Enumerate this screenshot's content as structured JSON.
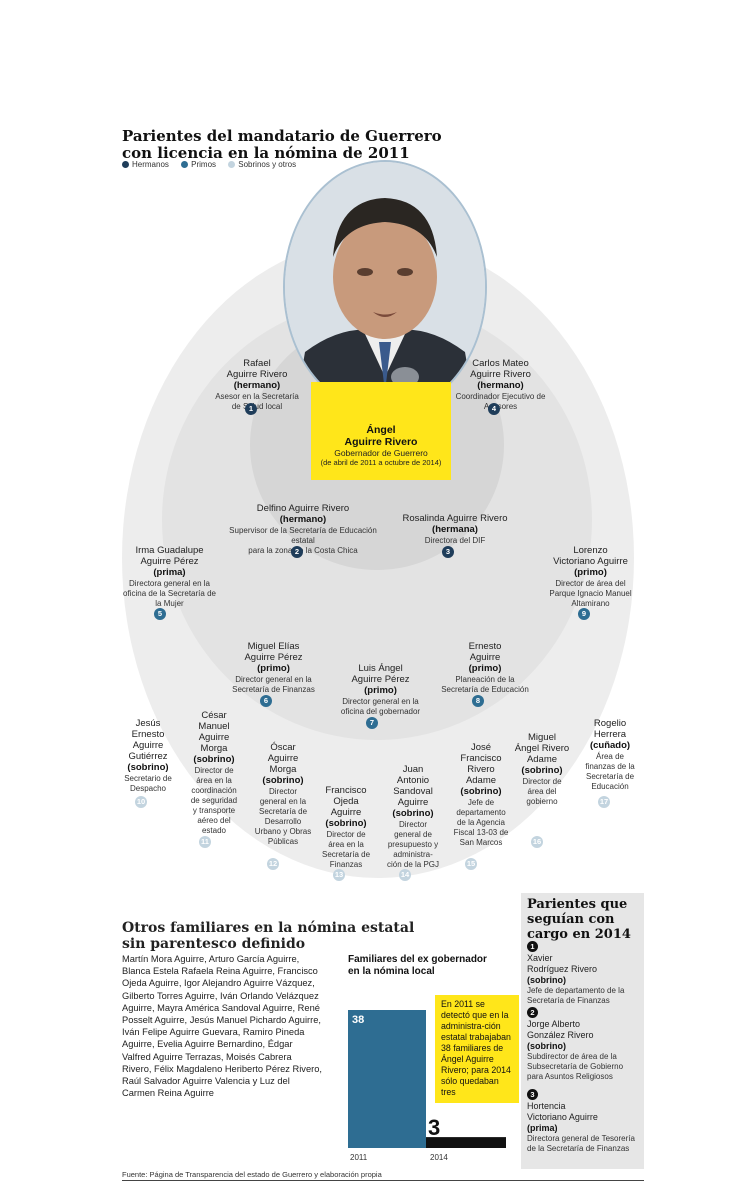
{
  "header": {
    "title": "Parientes del mandatario de Guerrero\ncon licencia en la nómina de 2011",
    "legend": [
      {
        "label": "Hermanos",
        "color": "#1f3d5a"
      },
      {
        "label": "Primos",
        "color": "#2e6d92"
      },
      {
        "label": "Sobrinos y otros",
        "color": "#c3d4df"
      }
    ]
  },
  "governor": {
    "name": "Ángel\nAguirre Rivero",
    "position": "Gobernador de Guerrero",
    "period": "(de abril de 2011 a octubre de 2014)"
  },
  "relatives": [
    {
      "num": "1",
      "name": "Rafael\nAguirre Rivero",
      "relation": "(hermano)",
      "position": "Asesor en la Secretaría\nde Salud local"
    },
    {
      "num": "2",
      "name": "Delfino Aguirre Rivero",
      "relation": "(hermano)",
      "position": "Supervisor de la Secretaría de Educación estatal\npara la zona de la Costa Chica"
    },
    {
      "num": "3",
      "name": "Rosalinda Aguirre Rivero",
      "relation": "(hermana)",
      "position": "Directora del DIF"
    },
    {
      "num": "4",
      "name": "Carlos Mateo\nAguirre Rivero",
      "relation": "(hermano)",
      "position": "Coordinador Ejecutivo de\nAsesores"
    },
    {
      "num": "5",
      "name": "Irma Guadalupe\nAguirre Pérez",
      "relation": "(prima)",
      "position": "Directora general en la\noficina de la Secretaría de\nla Mujer"
    },
    {
      "num": "6",
      "name": "Miguel Elías\nAguirre Pérez",
      "relation": "(primo)",
      "position": "Director general en la\nSecretaría de Finanzas"
    },
    {
      "num": "7",
      "name": "Luis Ángel\nAguirre Pérez",
      "relation": "(primo)",
      "position": "Director general en la\noficina del gobernador"
    },
    {
      "num": "8",
      "name": "Ernesto\nAguirre",
      "relation": "(primo)",
      "position": "Planeación de la\nSecretaría de Educación"
    },
    {
      "num": "9",
      "name": "Lorenzo\nVictoriano Aguirre",
      "relation": "(primo)",
      "position": "Director de área del\nParque Ignacio Manuel\nAltamirano"
    },
    {
      "num": "10",
      "name": "Jesús\nErnesto\nAguirre\nGutiérrez",
      "relation": "(sobrino)",
      "position": "Secretario de\nDespacho"
    },
    {
      "num": "11",
      "name": "César\nManuel\nAguirre\nMorga",
      "relation": "(sobrino)",
      "position": "Director de\nárea en la\ncoordinación\nde seguridad\ny transporte\naéreo del\nestado"
    },
    {
      "num": "12",
      "name": "Óscar\nAguirre\nMorga",
      "relation": "(sobrino)",
      "position": "Director\ngeneral en la\nSecretaría de\nDesarrollo\nUrbano y Obras\nPúblicas"
    },
    {
      "num": "13",
      "name": "Francisco\nOjeda\nAguirre",
      "relation": "(sobrino)",
      "position": "Director de\nárea en la\nSecretaría de\nFinanzas"
    },
    {
      "num": "14",
      "name": "Juan\nAntonio\nSandoval\nAguirre",
      "relation": "(sobrino)",
      "position": "Director\ngeneral de\npresupuesto y\nadministra-\nción de la PGJ"
    },
    {
      "num": "15",
      "name": "José\nFrancisco\nRivero\nAdame",
      "relation": "(sobrino)",
      "position": "Jefe de\ndepartamento\nde la Agencia\nFiscal 13-03 de\nSan Marcos"
    },
    {
      "num": "16",
      "name": "Miguel\nÁngel Rivero\nAdame",
      "relation": "(sobrino)",
      "position": "Director de\nárea del\ngobierno"
    },
    {
      "num": "17",
      "name": "Rogelio\nHerrera",
      "relation": "(cuñado)",
      "position": "Área de\nfinanzas de la\nSecretaría de\nEducación"
    }
  ],
  "others": {
    "title": "Otros familiares en la nómina estatal\nsin parentesco definido",
    "text": "Martín Mora Aguirre, Arturo García Aguirre, Blanca Estela Rafaela Reina Aguirre, Francisco Ojeda Aguirre, Igor Alejandro Aguirre Vázquez, Gilberto Torres Aguirre, Iván Orlando Velázquez Aguirre, Mayra América Sandoval Aguirre, René Posselt Aguirre, Jesús Manuel Pichardo Aguirre, Iván Felipe Aguirre Guevara, Ramiro Pineda Aguirre, Evelia Aguirre Bernardino, Édgar Valfred Aguirre Terrazas, Moisés Cabrera Rivero, Félix Magdaleno Heriberto Pérez Rivero, Raúl Salvador Aguirre Valencia y Luz del Carmen Reina Aguirre"
  },
  "chart_data": {
    "type": "bar",
    "title": "Familiares del ex gobernador\nen la nómina local",
    "categories": [
      "2011",
      "2014"
    ],
    "values": [
      38,
      3
    ],
    "ylim": [
      0,
      38
    ],
    "colors": [
      "#2e6d92",
      "#111111"
    ],
    "annotation": "En 2011 se detectó que en la administra-ción estatal trabajaban 38 familiares de Ángel Aguirre Rivero; para 2014 sólo quedaban tres"
  },
  "sidebar": {
    "title": "Parientes que\nseguían con\ncargo en 2014",
    "entries": [
      {
        "num": "1",
        "name": "Xavier\nRodríguez Rivero",
        "relation": "(sobrino)",
        "position": "Jefe de departamento de la\nSecretaría de Finanzas"
      },
      {
        "num": "2",
        "name": "Jorge Alberto\nGonzález Rivero",
        "relation": "(sobrino)",
        "position": "Subdirector de área de la\nSubsecretaría de Gobierno\npara Asuntos Religiosos"
      },
      {
        "num": "3",
        "name": "Hortencia\nVictoriano Aguirre",
        "relation": "(prima)",
        "position": "Directora general de Tesorería\nde la Secretaría de Finanzas"
      }
    ]
  },
  "source": "Fuente: Página de Transparencia del estado de Guerrero y elaboración propia"
}
